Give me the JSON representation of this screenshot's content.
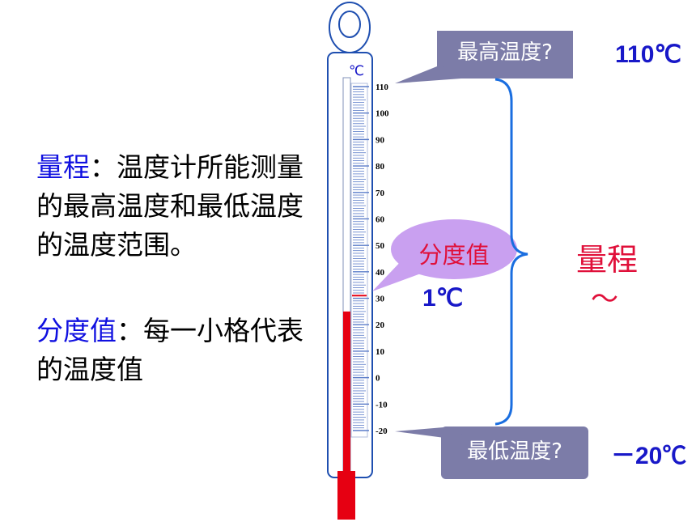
{
  "definitions": {
    "range": {
      "term": "量程",
      "sep": "：",
      "text": "温度计所能测量的最高温度和最低温度的温度范围。"
    },
    "division": {
      "term": "分度值",
      "sep": "：",
      "text": "每一小格代表的温度值"
    }
  },
  "thermometer": {
    "unit": "℃",
    "scale_labels": [
      "110",
      "100",
      "90",
      "80",
      "70",
      "60",
      "50",
      "40",
      "30",
      "20",
      "10",
      "0",
      "-10",
      "-20"
    ],
    "scale_max": 110,
    "scale_min": -20,
    "liquid_level": 25,
    "marker_value": 31,
    "colors": {
      "liquid": "#e60012",
      "tube": "#1f4fb0",
      "ticks": "#5a7bc8"
    }
  },
  "callouts": {
    "max_question": "最高温度?",
    "min_question": "最低温度?",
    "division_label": "分度值",
    "max_value": "110℃",
    "min_value": "－20℃",
    "division_value": "1℃",
    "range_label": "量程",
    "range_tilde": "～",
    "colors": {
      "question_bubble": "#7c7ca8",
      "division_bubble": "#c9a0f0",
      "brace": "#1a6ee0"
    }
  }
}
